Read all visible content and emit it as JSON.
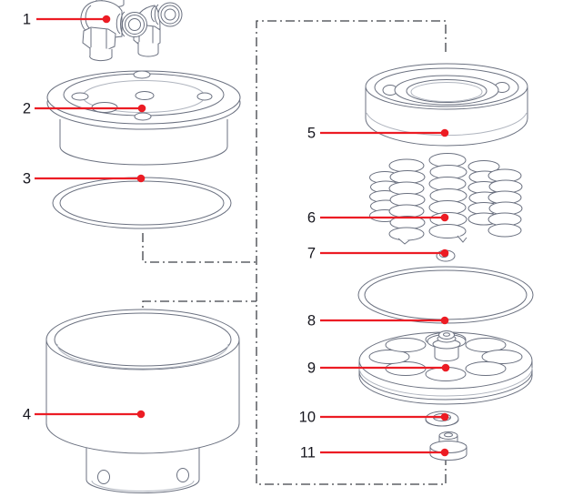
{
  "diagram": {
    "kind": "exploded-parts-diagram",
    "callouts": [
      {
        "number": "1",
        "part": "elbow-air-fittings"
      },
      {
        "number": "2",
        "part": "top-cap"
      },
      {
        "number": "3",
        "part": "large-gasket-ring"
      },
      {
        "number": "4",
        "part": "housing-cup"
      },
      {
        "number": "5",
        "part": "bearing-ring"
      },
      {
        "number": "6",
        "part": "coil-springs"
      },
      {
        "number": "7",
        "part": "small-o-ring"
      },
      {
        "number": "8",
        "part": "o-ring"
      },
      {
        "number": "9",
        "part": "valve-plate"
      },
      {
        "number": "10",
        "part": "washer"
      },
      {
        "number": "11",
        "part": "plug"
      }
    ],
    "colors": {
      "leader": "#ec1c24",
      "label": "#17171f",
      "outline": "#6b7180",
      "outline_light": "#b0b5bf",
      "dash_line": "#3f4147",
      "background": "#ffffff"
    }
  }
}
